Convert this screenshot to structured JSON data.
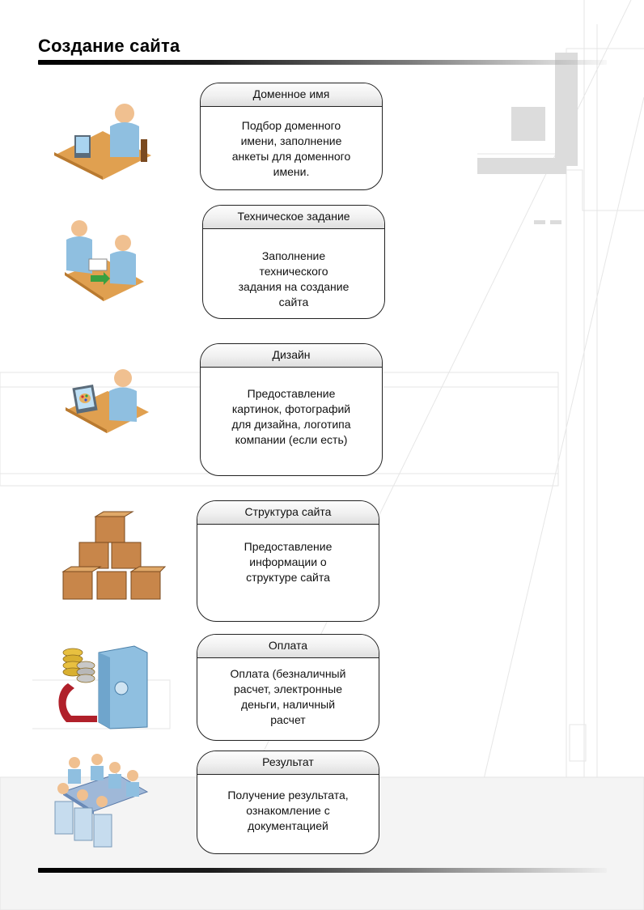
{
  "document": {
    "title": "Создание сайта"
  },
  "steps": [
    {
      "title": "Доменное имя",
      "description": "Подбор доменного\nимени, заполнение\nанкеты для доменного\nимени.",
      "icon": "person-at-computer-icon"
    },
    {
      "title": "Техническое задание",
      "description": "Заполнение\nтехнического\nзадания на создание\nсайта",
      "icon": "document-handover-icon"
    },
    {
      "title": "Дизайн",
      "description": "Предоставление\nкартинок, фотографий\nдля дизайна, логотипа\nкомпании  (если есть)",
      "icon": "designer-palette-icon"
    },
    {
      "title": "Структура сайта",
      "description": "Предоставление\nинформации о\nструктуре сайта",
      "icon": "stacked-boxes-icon"
    },
    {
      "title": "Оплата",
      "description": "Оплата (безналичный\nрасчет, электронные\nденьги, наличный\nрасчет",
      "icon": "coins-safe-icon"
    },
    {
      "title": "Результат",
      "description": "Получение результата,\nознакомление с\nдокументацией",
      "icon": "meeting-table-icon"
    }
  ],
  "colors": {
    "box_border": "#222222",
    "person_blue": "#8fbfe0",
    "desk_orange": "#e0a050",
    "box_brown": "#c8864a",
    "arrow_red": "#b0202a"
  }
}
